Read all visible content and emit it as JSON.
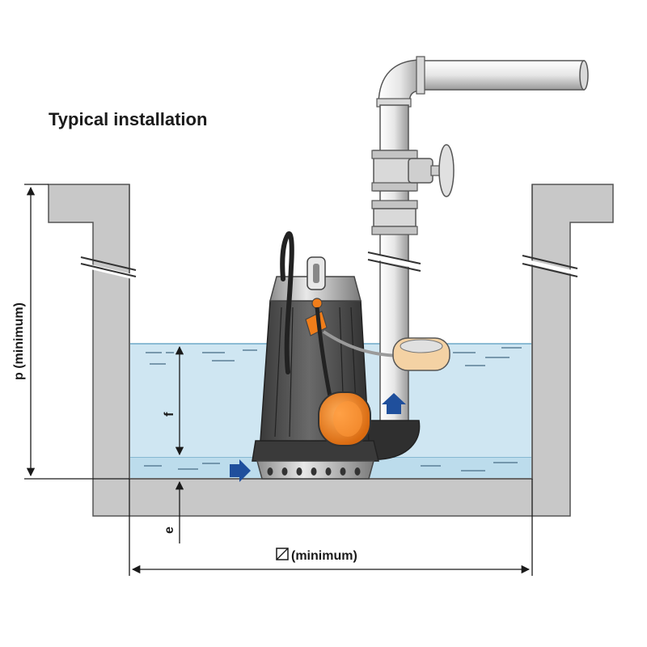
{
  "title": "Typical installation",
  "labels": {
    "p": "p (minimum)",
    "f": "f",
    "e": "e",
    "width": "(minimum)"
  },
  "colors": {
    "wall": "#c8c8c8",
    "wall_stroke": "#555555",
    "water": "#cfe6f2",
    "water_line": "#6fa8c8",
    "pump_body": "#4a4a4a",
    "pump_top": "#b9b9b9",
    "pipe": "#e2e2e2",
    "float": "#f07d1a",
    "arrow": "#1f4f9c"
  },
  "icons": [
    "square-diagonal-icon",
    "flow-arrow-up-icon",
    "flow-arrow-right-icon"
  ]
}
